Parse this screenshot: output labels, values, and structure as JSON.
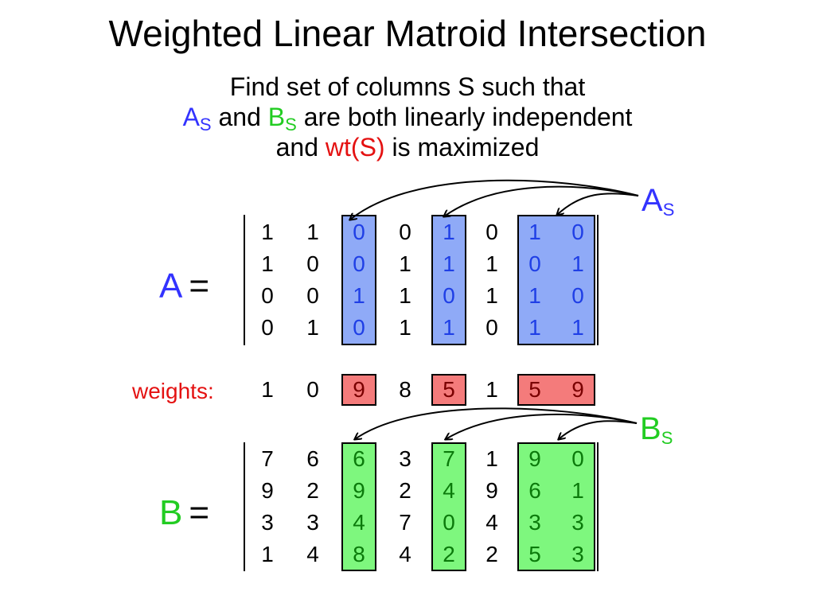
{
  "title": "Weighted Linear Matroid Intersection",
  "subtitle": {
    "line1": "Find set of columns S such that",
    "line2_a": "A",
    "line2_a_sub": "S",
    "line2_and": " and ",
    "line2_b": "B",
    "line2_b_sub": "S",
    "line2_rest": " are both linearly independent",
    "line3_and": "and ",
    "line3_wt": "wt(S)",
    "line3_rest": " is maximized"
  },
  "labels": {
    "matrix_a": "A",
    "matrix_b": "B",
    "equals": "=",
    "weights": "weights:",
    "tag_a": "A",
    "tag_a_sub": "S",
    "tag_b": "B",
    "tag_b_sub": "S"
  },
  "matrix_a": [
    [
      "1",
      "1",
      "0",
      "0",
      "1",
      "0",
      "1",
      "0"
    ],
    [
      "1",
      "0",
      "0",
      "1",
      "1",
      "1",
      "0",
      "1"
    ],
    [
      "0",
      "0",
      "1",
      "1",
      "0",
      "1",
      "1",
      "0"
    ],
    [
      "0",
      "1",
      "0",
      "1",
      "1",
      "0",
      "1",
      "1"
    ]
  ],
  "weights": [
    "1",
    "0",
    "9",
    "8",
    "5",
    "1",
    "5",
    "9"
  ],
  "matrix_b": [
    [
      "7",
      "6",
      "6",
      "3",
      "7",
      "1",
      "9",
      "0"
    ],
    [
      "9",
      "2",
      "9",
      "2",
      "4",
      "9",
      "6",
      "1"
    ],
    [
      "3",
      "3",
      "4",
      "7",
      "0",
      "4",
      "3",
      "3"
    ],
    [
      "1",
      "4",
      "8",
      "4",
      "2",
      "2",
      "5",
      "3"
    ]
  ],
  "selected_columns": [
    2,
    4,
    6,
    7
  ],
  "colors": {
    "a_highlight": "#8faaf7",
    "b_highlight": "#7ef77e",
    "weight_highlight": "#f47b7b",
    "a_text": "#3333ff",
    "b_text": "#22cc22",
    "wt_text": "#e41111"
  }
}
